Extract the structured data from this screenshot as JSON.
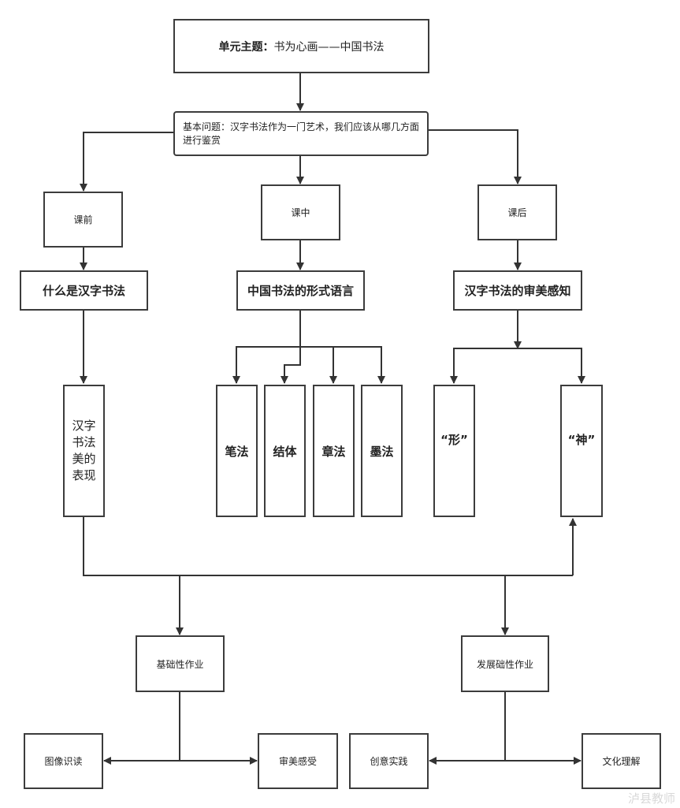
{
  "title": {
    "label": "单元主题：",
    "text": "书为心画——中国书法"
  },
  "question": "基本问题：汉字书法作为一门艺术，我们应该从哪几方面进行鉴赏",
  "phases": {
    "before": "课前",
    "during": "课中",
    "after": "课后"
  },
  "topics": {
    "before": "什么是汉字书法",
    "during": "中国书法的形式语言",
    "after": "汉字书法的审美感知"
  },
  "leaves": {
    "beauty": "汉字书法美的表现",
    "bifa": "笔法",
    "jieti": "结体",
    "zhangfa": "章法",
    "mofa": "墨法",
    "xing": "“形”",
    "shen": "“神”"
  },
  "homework": {
    "basic": "基础性作业",
    "develop": "发展础性作业"
  },
  "tasks": {
    "reading": "图像识读",
    "aesthetic": "审美感受",
    "creative": "创意实践",
    "culture": "文化理解"
  },
  "watermark": "泸县教师"
}
